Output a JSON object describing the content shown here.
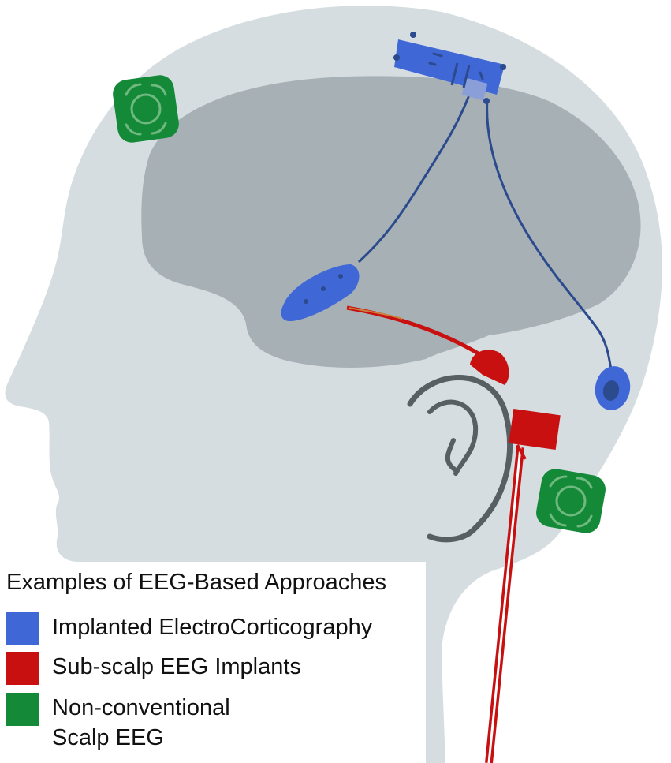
{
  "legend": {
    "title": "Examples of EEG-Based Approaches",
    "items": [
      {
        "label": "Implanted ElectroCorticography",
        "color": "#3f67d6"
      },
      {
        "label": "Sub-scalp EEG Implants",
        "color": "#c81010"
      },
      {
        "label": "Non-conventional\nScalp EEG",
        "color": "#148a38"
      }
    ]
  },
  "colors": {
    "head": "#d5dde1",
    "brain": "#a6b0b5",
    "ear": "#575f63",
    "ecog_wire": "#2c4a8e"
  },
  "icons": [
    "head-silhouette",
    "brain-shape",
    "ear-outline",
    "ecog-device",
    "ecog-electrode",
    "subscalp-implant",
    "scalp-electrode"
  ]
}
